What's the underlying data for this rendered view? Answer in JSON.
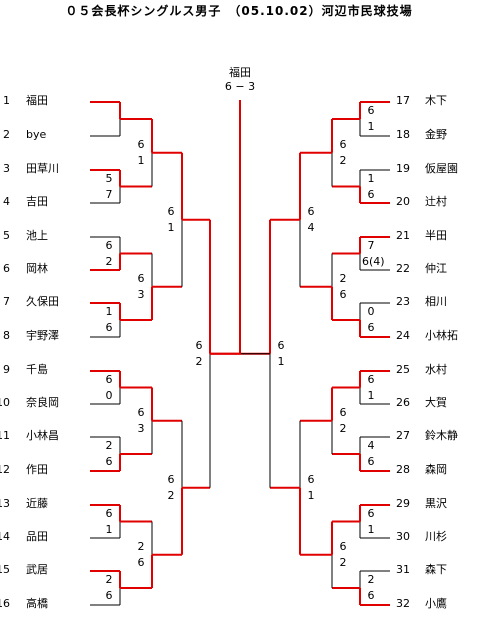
{
  "title": "０５会長杯シングルス男子　（05.10.02）河辺市民球技場",
  "champion": {
    "name": "福田",
    "final_score": "6 − 3"
  },
  "left_players": [
    {
      "seed": "1",
      "name": "福田"
    },
    {
      "seed": "2",
      "name": "bye"
    },
    {
      "seed": "3",
      "name": "田草川"
    },
    {
      "seed": "4",
      "name": "吉田"
    },
    {
      "seed": "5",
      "name": "池上"
    },
    {
      "seed": "6",
      "name": "岡林"
    },
    {
      "seed": "7",
      "name": "久保田"
    },
    {
      "seed": "8",
      "name": "宇野澤"
    },
    {
      "seed": "9",
      "name": "千島"
    },
    {
      "seed": "10",
      "name": "奈良岡"
    },
    {
      "seed": "11",
      "name": "小林昌"
    },
    {
      "seed": "12",
      "name": "作田"
    },
    {
      "seed": "13",
      "name": "近藤"
    },
    {
      "seed": "14",
      "name": "品田"
    },
    {
      "seed": "15",
      "name": "武居"
    },
    {
      "seed": "16",
      "name": "高橋"
    }
  ],
  "right_players": [
    {
      "seed": "17",
      "name": "木下"
    },
    {
      "seed": "18",
      "name": "金野"
    },
    {
      "seed": "19",
      "name": "仮屋園"
    },
    {
      "seed": "20",
      "name": "辻村"
    },
    {
      "seed": "21",
      "name": "半田"
    },
    {
      "seed": "22",
      "name": "仲江"
    },
    {
      "seed": "23",
      "name": "相川"
    },
    {
      "seed": "24",
      "name": "小林拓"
    },
    {
      "seed": "25",
      "name": "水村"
    },
    {
      "seed": "26",
      "name": "大賀"
    },
    {
      "seed": "27",
      "name": "鈴木静"
    },
    {
      "seed": "28",
      "name": "森岡"
    },
    {
      "seed": "29",
      "name": "黒沢"
    },
    {
      "seed": "30",
      "name": "川杉"
    },
    {
      "seed": "31",
      "name": "森下"
    },
    {
      "seed": "32",
      "name": "小鷹"
    }
  ],
  "scores": {
    "L_r2_a": [
      "5",
      "7"
    ],
    "L_r2_b": [
      "6",
      "2"
    ],
    "L_r2_c": [
      "1",
      "6"
    ],
    "L_r2_d": [
      "6",
      "0"
    ],
    "L_r2_e": [
      "2",
      "6"
    ],
    "L_r2_f": [
      "6",
      "1"
    ],
    "L_r2_g": [
      "2",
      "6"
    ],
    "L_r3_a": [
      "6",
      "1"
    ],
    "L_r3_b": [
      "6",
      "3"
    ],
    "L_r3_c": [
      "6",
      "3"
    ],
    "L_r3_d": [
      "2",
      "6"
    ],
    "L_r4_a": [
      "6",
      "1"
    ],
    "L_r4_b": [
      "6",
      "2"
    ],
    "L_sf": [
      "6",
      "2"
    ],
    "R_sf": [
      "6",
      "1"
    ],
    "R_r4_a": [
      "6",
      "4"
    ],
    "R_r4_b": [
      "6",
      "1"
    ],
    "R_r3_a": [
      "6",
      "2"
    ],
    "R_r3_b": [
      "2",
      "6"
    ],
    "R_r3_c": [
      "6",
      "2"
    ],
    "R_r3_d": [
      "6",
      "2"
    ],
    "R_r2_a": [
      "6",
      "1"
    ],
    "R_r2_b": [
      "1",
      "6"
    ],
    "R_r2_c": [
      "7",
      "6(4)"
    ],
    "R_r2_d": [
      "0",
      "6"
    ],
    "R_r2_e": [
      "6",
      "1"
    ],
    "R_r2_f": [
      "4",
      "6"
    ],
    "R_r2_g": [
      "6",
      "1"
    ],
    "R_r2_h": [
      "2",
      "6"
    ]
  },
  "colors": {
    "winner_line": "#e00000",
    "loser_line": "#000000"
  }
}
